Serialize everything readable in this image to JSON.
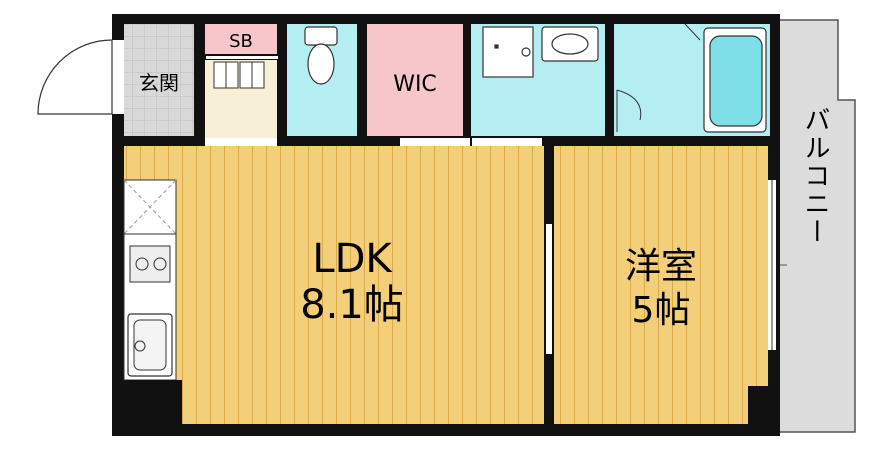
{
  "rooms": {
    "genkan": "玄関",
    "sb": "SB",
    "wic": "WIC",
    "ldk_name": "LDK",
    "ldk_size": "8.1帖",
    "youshitsu_name": "洋室",
    "youshitsu_size": "5帖",
    "balcony": "バルコニー"
  },
  "colors": {
    "wall": "#111111",
    "wood": "#f3cf79",
    "wood_line": "#d9a94a",
    "water": "#b5eef2",
    "wic": "#f6c6cb",
    "closet": "#f7efd6",
    "tile": "#d9d9d9",
    "balcony": "#dcdcdc"
  }
}
